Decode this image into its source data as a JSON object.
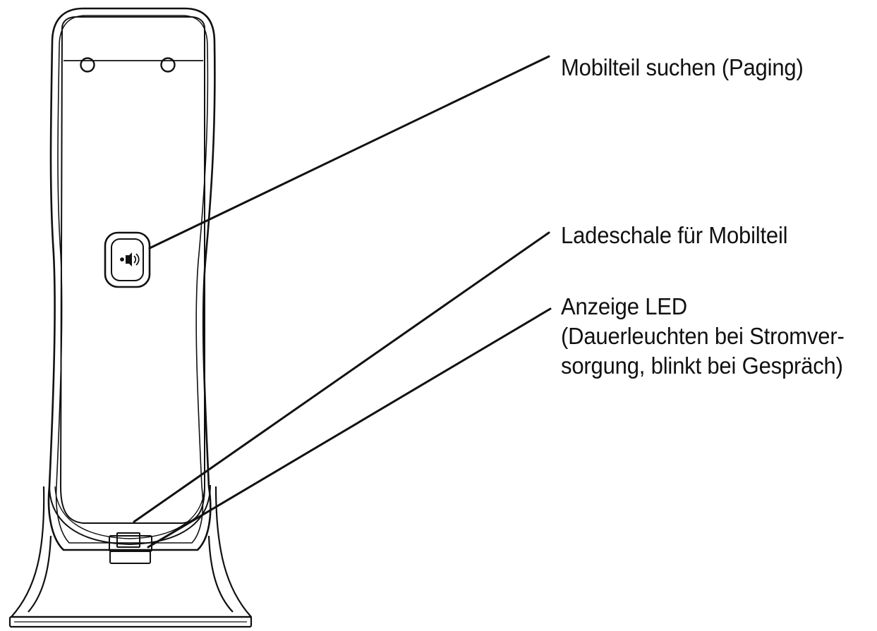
{
  "callouts": {
    "paging": "Mobilteil suchen (Paging)",
    "cradle": "Ladeschale für Mobilteil",
    "led": {
      "title": "Anzeige LED",
      "line1": "(Dauerleuchten bei Stromver-",
      "line2": "sorgung, blinkt bei Gespräch)"
    }
  },
  "icons": {
    "paging_button": "speaker-icon"
  },
  "colors": {
    "stroke": "#111111",
    "background": "#ffffff"
  }
}
